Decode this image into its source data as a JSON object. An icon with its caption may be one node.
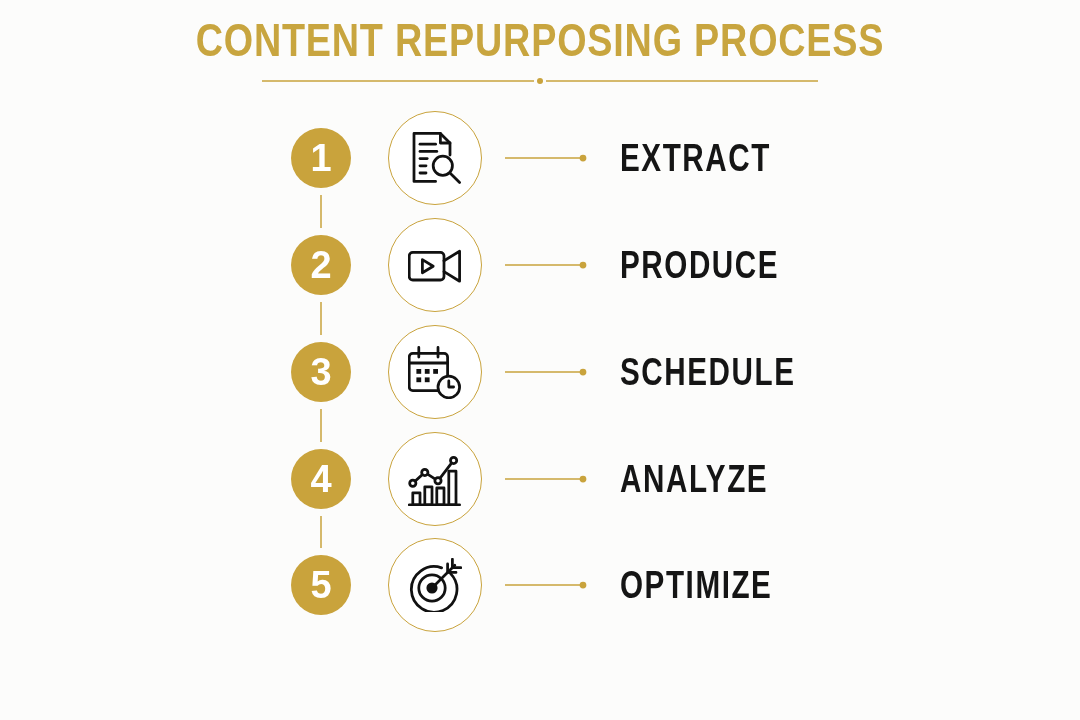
{
  "diagram": {
    "title": "CONTENT REPURPOSING PROCESS",
    "nodes": [
      {
        "text": [
          "1"
        ]
      },
      {
        "text": [],
        "shape": "circle"
      },
      {
        "text": [
          "EXTRACT"
        ]
      },
      {
        "text": [
          "2"
        ]
      },
      {
        "text": [],
        "shape": "circle"
      },
      {
        "text": [
          "PRODUCE"
        ]
      },
      {
        "text": [
          "3"
        ]
      },
      {
        "text": [],
        "shape": "circle"
      },
      {
        "text": [
          "SCHEDULE"
        ]
      },
      {
        "text": [
          "4"
        ]
      },
      {
        "text": [],
        "shape": "circle"
      },
      {
        "text": [
          "ANALYZE"
        ]
      },
      {
        "text": [
          "5"
        ]
      },
      {
        "text": [],
        "shape": "circle"
      },
      {
        "text": [
          "OPTIMIZE"
        ]
      }
    ],
    "edges": [
      {
        "from": 1,
        "to": 2,
        "arrow": "other"
      },
      {
        "from": 0,
        "to": 3,
        "arrow": "none"
      },
      {
        "from": 4,
        "to": 5,
        "arrow": "other"
      },
      {
        "from": 3,
        "to": 6,
        "arrow": "none"
      },
      {
        "from": 7,
        "to": 8,
        "arrow": "other"
      },
      {
        "from": 6,
        "to": 9,
        "arrow": "none"
      },
      {
        "from": 10,
        "to": 11,
        "arrow": "other"
      },
      {
        "from": 9,
        "to": 12,
        "arrow": "none"
      },
      {
        "from": 13,
        "to": 14,
        "arrow": "other"
      }
    ]
  }
}
